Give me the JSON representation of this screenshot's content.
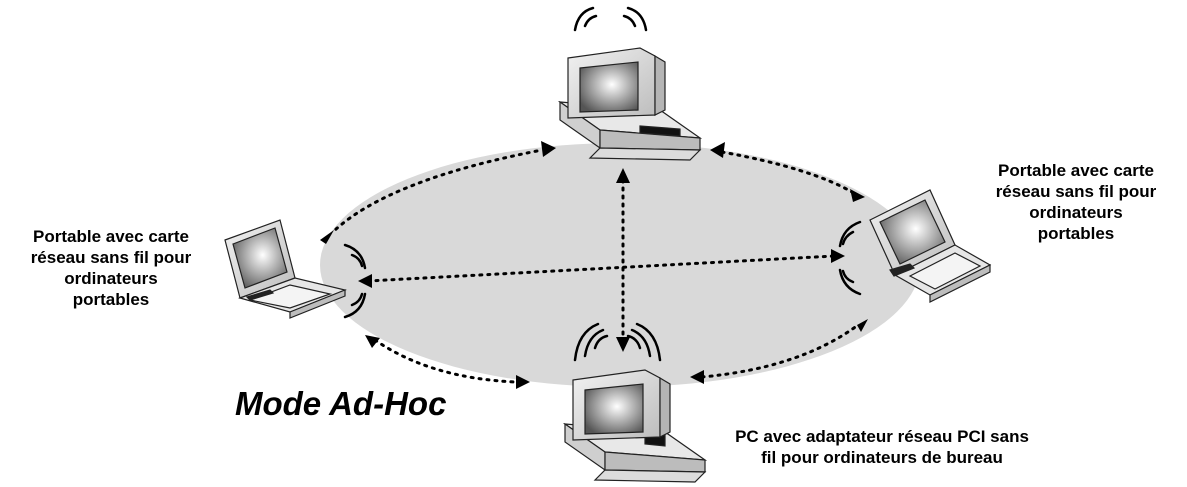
{
  "title": "Mode Ad-Hoc",
  "labels": {
    "left_laptop": "Portable avec carte\nréseau sans fil pour\nordinateurs\nportables",
    "right_laptop": "Portable avec carte\nréseau sans fil pour\nordinateurs\nportables",
    "bottom_pc": "PC avec adaptateur réseau PCI sans\nfil pour ordinateurs de bureau"
  },
  "icons": {
    "top": "desktop-pc-icon",
    "bottom": "desktop-pc-icon",
    "left": "laptop-icon",
    "right": "laptop-icon"
  },
  "colors": {
    "ellipse": "#d9d9d9",
    "links": "#000000"
  }
}
